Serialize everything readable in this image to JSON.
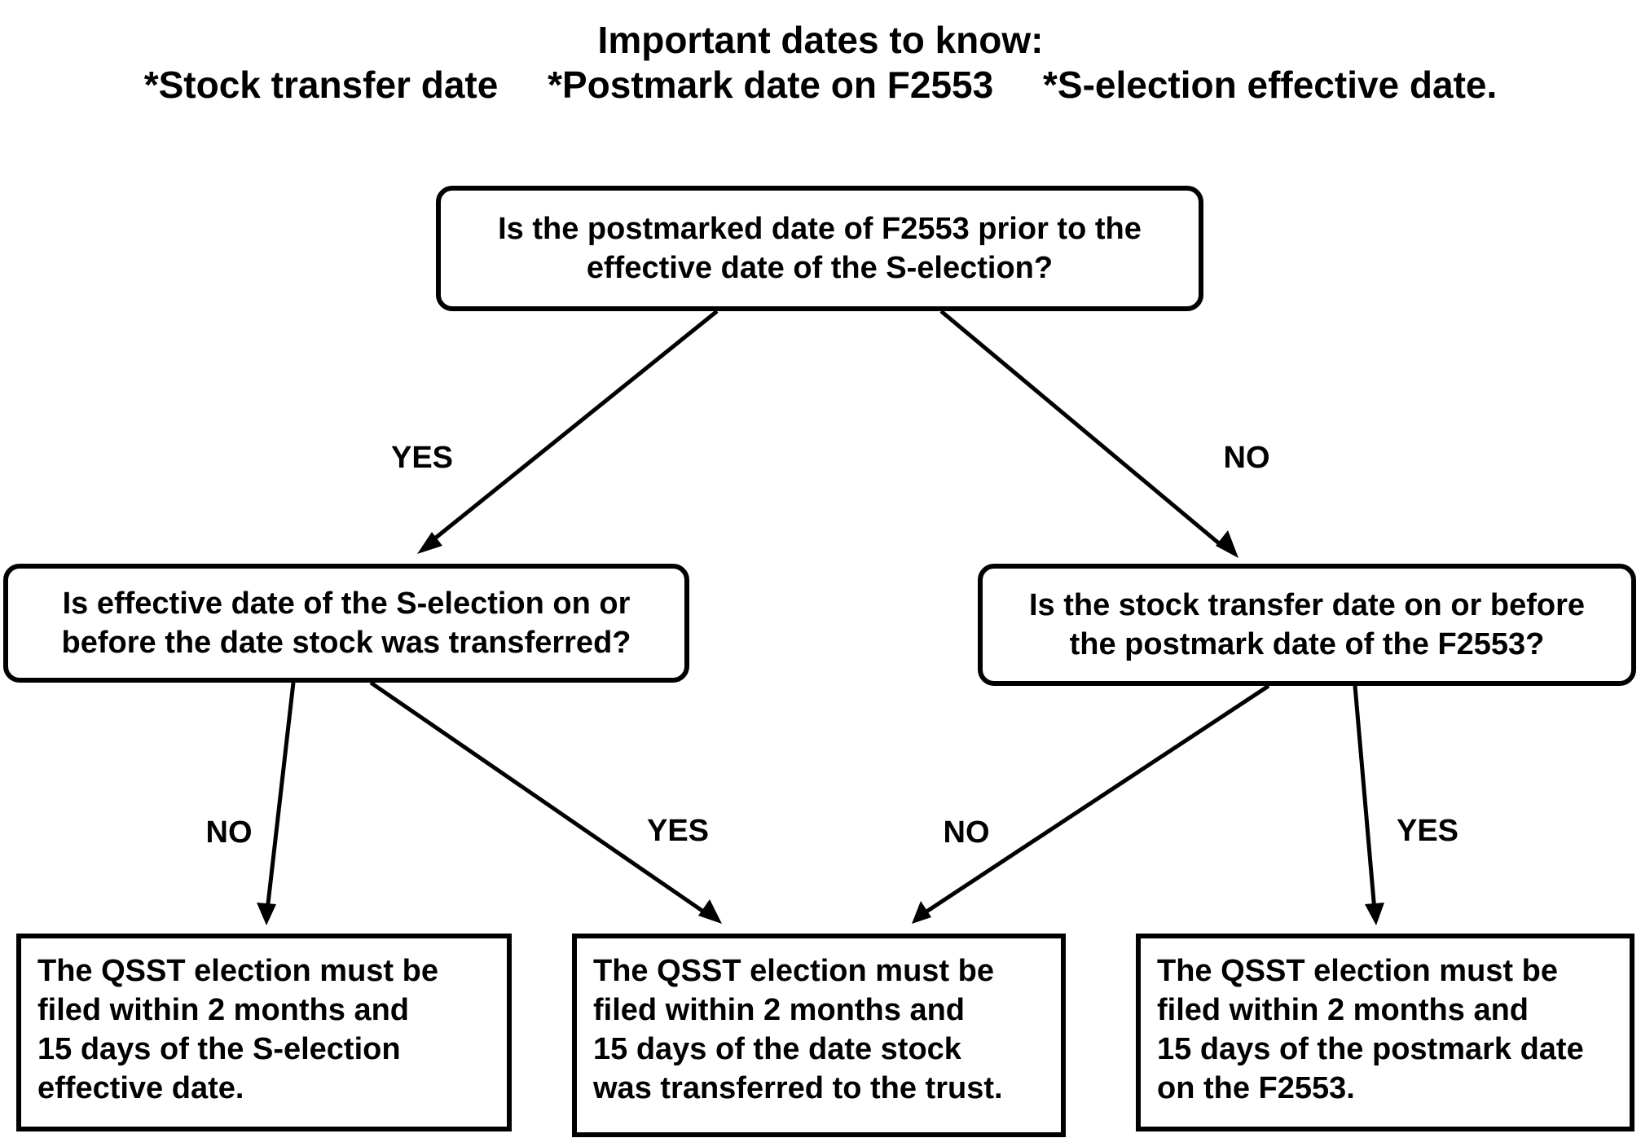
{
  "header": {
    "title": "Important dates to know:",
    "dates": [
      "*Stock transfer date",
      "*Postmark date on F2553",
      "*S-election effective date."
    ]
  },
  "questions": {
    "top": {
      "lines": [
        "Is the postmarked date of F2553 prior to the",
        "effective date of the S-election?"
      ]
    },
    "left": {
      "lines": [
        "Is effective date of the S-election on or",
        "before the date stock was transferred?"
      ]
    },
    "right": {
      "lines": [
        "Is the stock transfer date on or before",
        "the postmark date of the F2553?"
      ]
    }
  },
  "edge_labels": {
    "top_left": "YES",
    "top_right": "NO",
    "left_left": "NO",
    "left_right": "YES",
    "right_left": "NO",
    "right_right": "YES"
  },
  "results": {
    "left": {
      "lines": [
        "The QSST election must be",
        "filed within 2 months and",
        "15 days of the S-election",
        "effective date."
      ]
    },
    "middle": {
      "lines": [
        "The QSST election must be",
        "filed within 2 months and",
        "15 days of the date stock",
        "was transferred to the trust."
      ]
    },
    "right": {
      "lines": [
        "The QSST election must be",
        "filed within 2 months and",
        "15 days of the postmark date",
        "on the F2553."
      ]
    }
  }
}
